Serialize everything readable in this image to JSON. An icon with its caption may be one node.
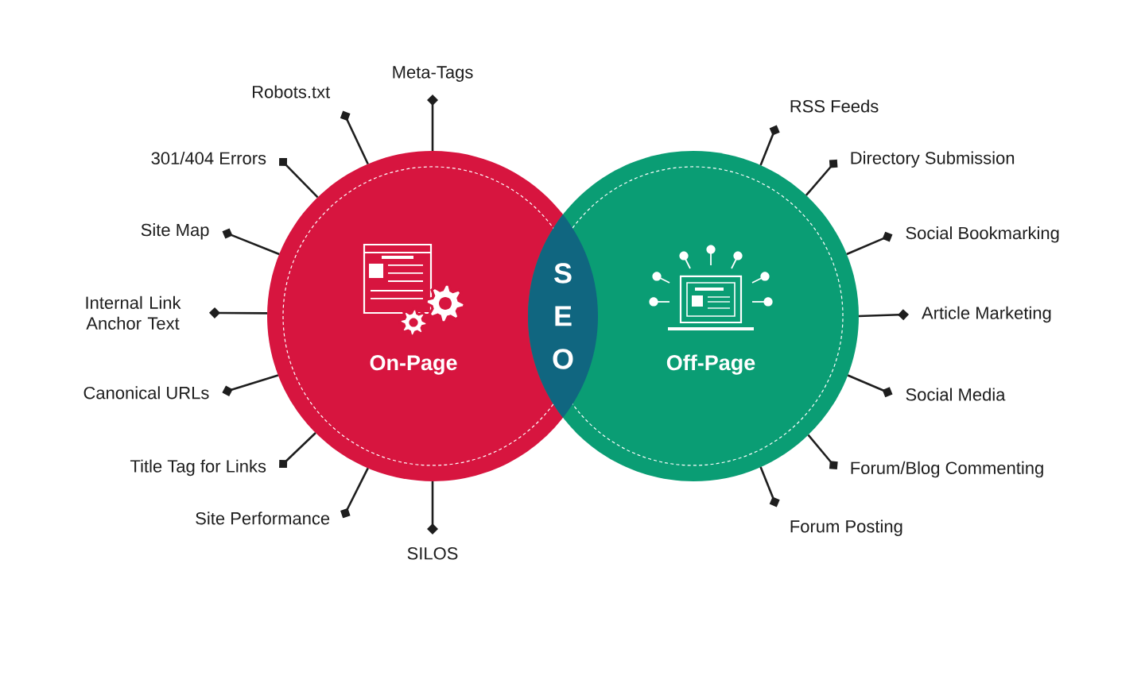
{
  "diagram": {
    "nodes": [
      {
        "text": [
          "On-Page"
        ]
      },
      {
        "text": [
          "Off-Page"
        ]
      },
      {
        "text": [
          "S E O"
        ]
      },
      {
        "text": [
          "Meta-Tags"
        ]
      },
      {
        "text": [
          "Robots.txt"
        ]
      },
      {
        "text": [
          "301/404 Errors"
        ]
      },
      {
        "text": [
          "Site Map"
        ]
      },
      {
        "text": [
          "Internal Link Anchor Text"
        ]
      },
      {
        "text": [
          "Canonical URLs"
        ]
      },
      {
        "text": [
          "Title Tag for Links"
        ]
      },
      {
        "text": [
          "Site Performance"
        ]
      },
      {
        "text": [
          "SILOS"
        ]
      },
      {
        "text": [
          "RSS Feeds"
        ]
      },
      {
        "text": [
          "Directory Submission"
        ]
      },
      {
        "text": [
          "Social Bookmarking"
        ]
      },
      {
        "text": [
          "Article Marketing"
        ]
      },
      {
        "text": [
          "Social Media"
        ]
      },
      {
        "text": [
          "Forum/Blog Commenting"
        ]
      },
      {
        "text": [
          "Forum Posting"
        ]
      }
    ],
    "edges": [
      {
        "from": 0,
        "to": 3,
        "arrow": "other"
      },
      {
        "from": 0,
        "to": 4,
        "arrow": "other"
      },
      {
        "from": 0,
        "to": 5,
        "arrow": "other"
      },
      {
        "from": 0,
        "to": 6,
        "arrow": "other"
      },
      {
        "from": 0,
        "to": 7,
        "arrow": "other"
      },
      {
        "from": 0,
        "to": 8,
        "arrow": "other"
      },
      {
        "from": 0,
        "to": 9,
        "arrow": "other"
      },
      {
        "from": 0,
        "to": 10,
        "arrow": "other"
      },
      {
        "from": 0,
        "to": 11,
        "arrow": "other"
      },
      {
        "from": 1,
        "to": 12,
        "arrow": "other"
      },
      {
        "from": 1,
        "to": 13,
        "arrow": "other"
      },
      {
        "from": 1,
        "to": 14,
        "arrow": "other"
      },
      {
        "from": 1,
        "to": 15,
        "arrow": "other"
      },
      {
        "from": 1,
        "to": 16,
        "arrow": "other"
      },
      {
        "from": 1,
        "to": 17,
        "arrow": "other"
      },
      {
        "from": 1,
        "to": 18,
        "arrow": "other"
      }
    ]
  }
}
